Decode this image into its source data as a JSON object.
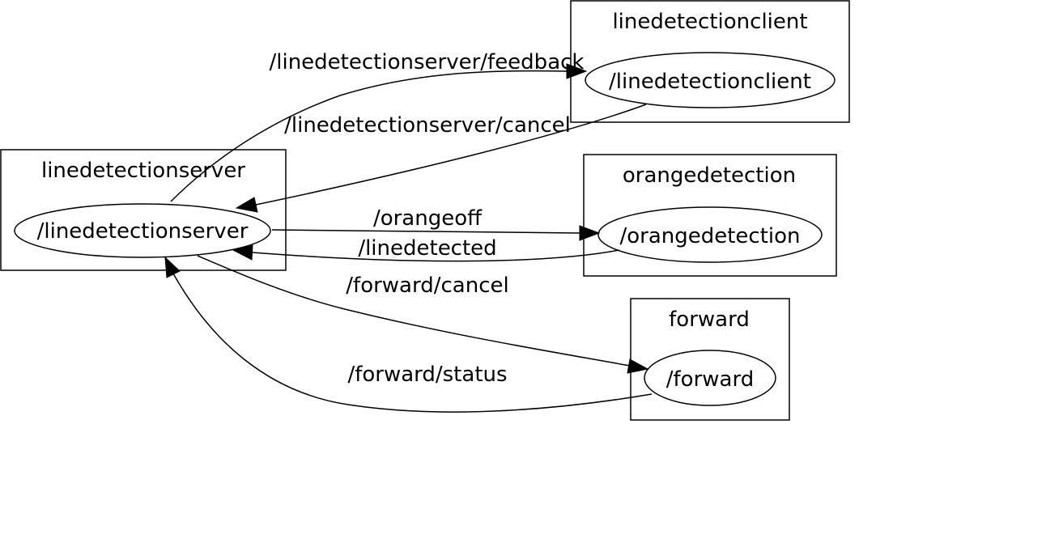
{
  "clusters": {
    "linedetectionserver": {
      "title": "linedetectionserver",
      "node": "/linedetectionserver"
    },
    "linedetectionclient": {
      "title": "linedetectionclient",
      "node": "/linedetectionclient"
    },
    "orangedetection": {
      "title": "orangedetection",
      "node": "/orangedetection"
    },
    "forward": {
      "title": "forward",
      "node": "/forward"
    }
  },
  "edges": {
    "feedback": {
      "label": "/linedetectionserver/feedback",
      "from": "/linedetectionserver",
      "to": "/linedetectionclient"
    },
    "cancel": {
      "label": "/linedetectionserver/cancel",
      "from": "/linedetectionclient",
      "to": "/linedetectionserver"
    },
    "orangeoff": {
      "label": "/orangeoff",
      "from": "/linedetectionserver",
      "to": "/orangedetection"
    },
    "linedetected": {
      "label": "/linedetected",
      "from": "/orangedetection",
      "to": "/linedetectionserver"
    },
    "forward_cancel": {
      "label": "/forward/cancel",
      "from": "/linedetectionserver",
      "to": "/forward"
    },
    "forward_status": {
      "label": "/forward/status",
      "from": "/forward",
      "to": "/linedetectionserver"
    }
  },
  "colors": {
    "stroke": "#000000",
    "background": "#ffffff"
  }
}
